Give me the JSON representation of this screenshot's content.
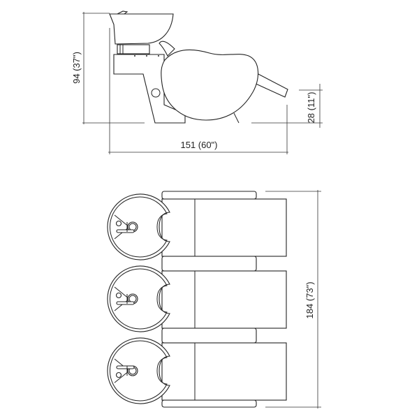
{
  "title": "Shampoo backwash unit dimension drawing",
  "side_view": {
    "height_label": "94 (37\")",
    "length_label": "151 (60\")",
    "leg_rest_height_label": "28 (11\")"
  },
  "top_view": {
    "units": 3,
    "width_label": "184 (73\")"
  },
  "colors": {
    "line": "#222222",
    "background": "#ffffff"
  }
}
